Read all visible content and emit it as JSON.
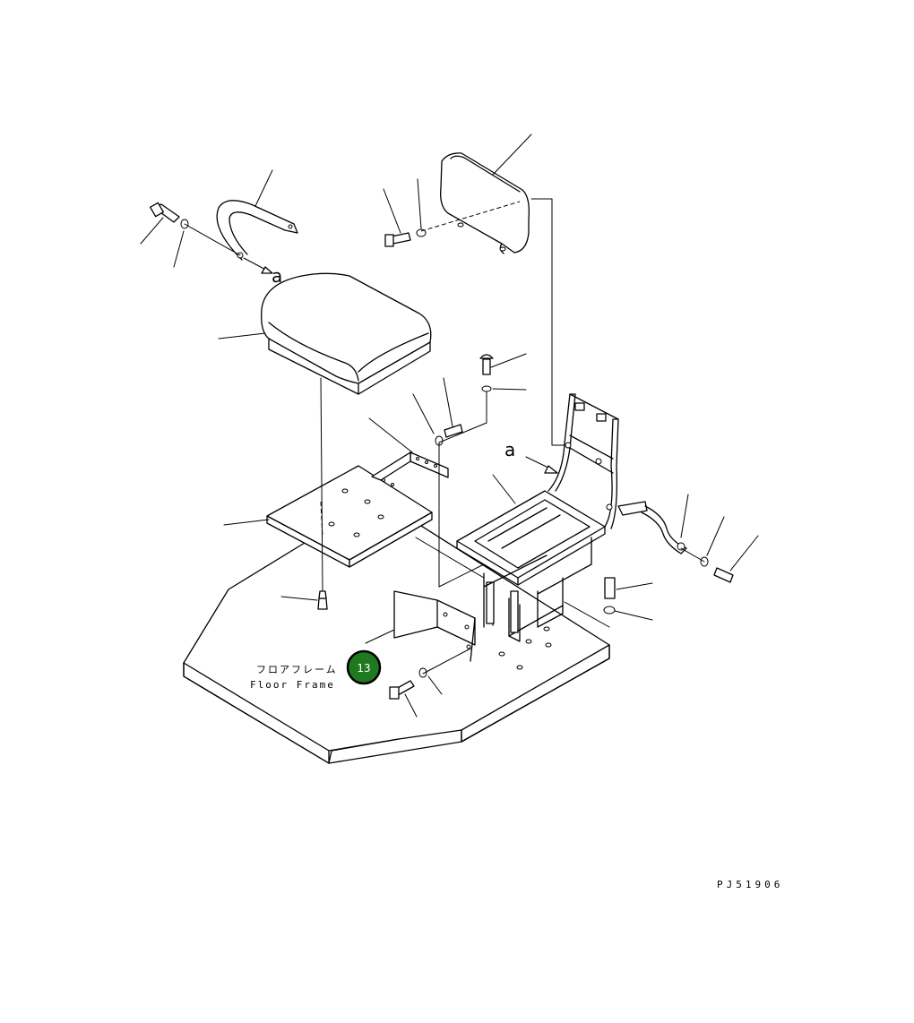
{
  "diagram": {
    "floor_frame_label_jp": "フロアフレーム",
    "floor_frame_label_en": "Floor Frame",
    "reference_badge": "13",
    "callout_left": "a",
    "callout_right": "a",
    "drawing_code": "PJ51906",
    "colors": {
      "badge_fill": "#1f7a1f",
      "line": "#000000",
      "background": "#ffffff"
    }
  }
}
